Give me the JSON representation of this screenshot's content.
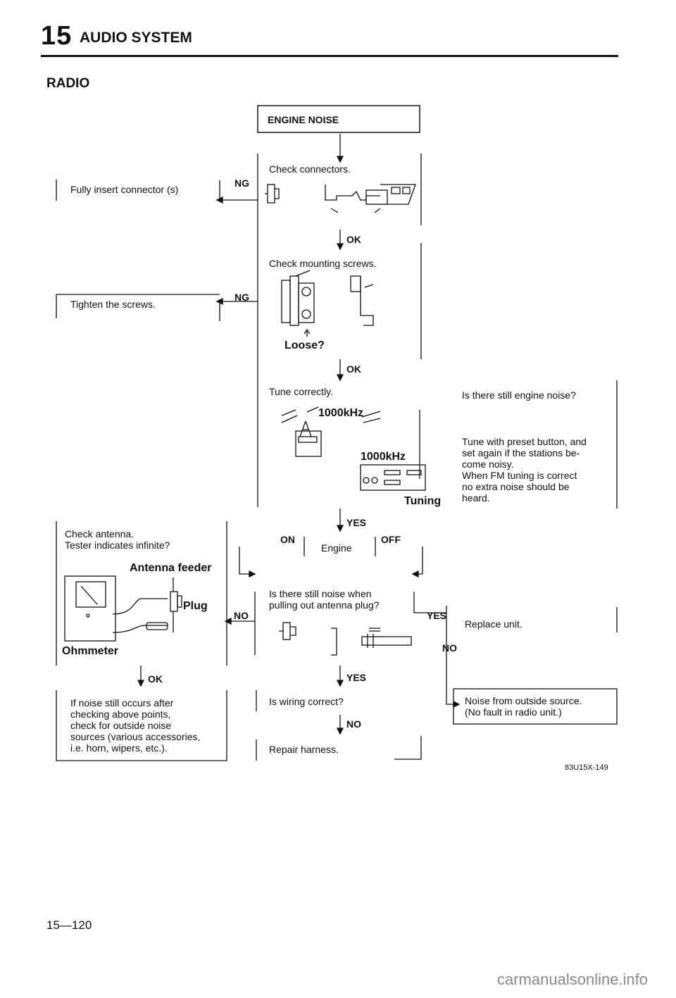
{
  "header": {
    "section_number": "15",
    "section_title": "AUDIO SYSTEM",
    "subtitle": "RADIO"
  },
  "flow": {
    "start": "ENGINE NOISE",
    "check_connectors": "Check connectors.",
    "ng1": "NG",
    "fix_connector": "Fully insert connector (s)",
    "ok1": "OK",
    "check_screws": "Check mounting screws.",
    "loose": "Loose?",
    "ng2": "NG",
    "fix_screws": "Tighten the screws.",
    "ok2": "OK",
    "tune": "Tune correctly.",
    "freq_top": "1000kHz",
    "freq_radio": "1000kHz",
    "tuning": "Tuning",
    "still_noise_q": "Is there still engine noise?",
    "tune_note": [
      "Tune with preset button, and",
      "set again if the stations be-",
      "come noisy.",
      "When FM tuning is correct",
      "no extra noise should be",
      "heard."
    ],
    "yes1": "YES",
    "on": "ON",
    "engine": "Engine",
    "off": "OFF",
    "antenna_q": [
      "Is there still noise when",
      "pulling out antenna plug?"
    ],
    "no1": "NO",
    "check_antenna": [
      "Check antenna.",
      "Tester indicates infinite?"
    ],
    "antenna_feeder": "Antenna feeder",
    "plug": "Plug",
    "ohmmeter": "Ohmmeter",
    "ok3": "OK",
    "outside_note": [
      "If noise still occurs after",
      "checking above points,",
      "check for outside noise",
      "sources (various accessories,",
      "i.e. horn, wipers, etc.)."
    ],
    "yes2": "YES",
    "replace": "Replace unit.",
    "no2": "NO",
    "outside_source": [
      "Noise from outside source.",
      "(No fault in radio unit.)"
    ],
    "yes3": "YES",
    "wiring_q": "Is wiring correct?",
    "no3": "NO",
    "repair": "Repair harness."
  },
  "footer": {
    "fig_code": "83U15X-149",
    "page": "15—120",
    "watermark": "carmanualsonline.info"
  }
}
